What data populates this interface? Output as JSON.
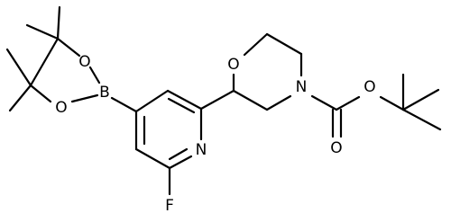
{
  "atom_labels": {
    "O_dioxa_top": "O",
    "O_dioxa_bot": "O",
    "B": "B",
    "N_pyr": "N",
    "F": "F",
    "O_morph": "O",
    "N_morph": "N",
    "O_carbonyl": "O",
    "O_ester": "O"
  },
  "colors": {
    "bond": "#000000",
    "text": "#000000",
    "background": "#ffffff"
  }
}
